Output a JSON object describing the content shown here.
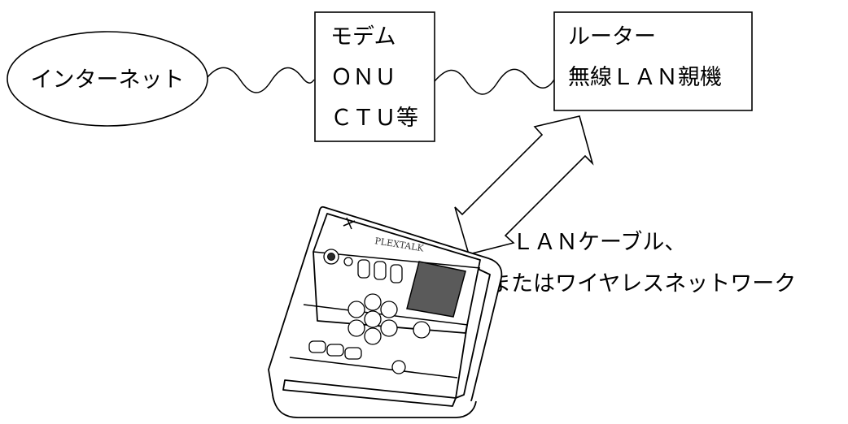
{
  "internet": {
    "label": "インターネット"
  },
  "modem": {
    "lines": [
      "モデム",
      "ＯＮＵ",
      "ＣＴＵ等"
    ]
  },
  "router": {
    "lines": [
      "ルーター",
      "無線ＬＡＮ親機"
    ]
  },
  "connection": {
    "lines": [
      "ＬＡＮケーブル、",
      "またはワイヤレスネットワーク"
    ]
  },
  "device": {
    "brand": "PLEXTALK"
  }
}
